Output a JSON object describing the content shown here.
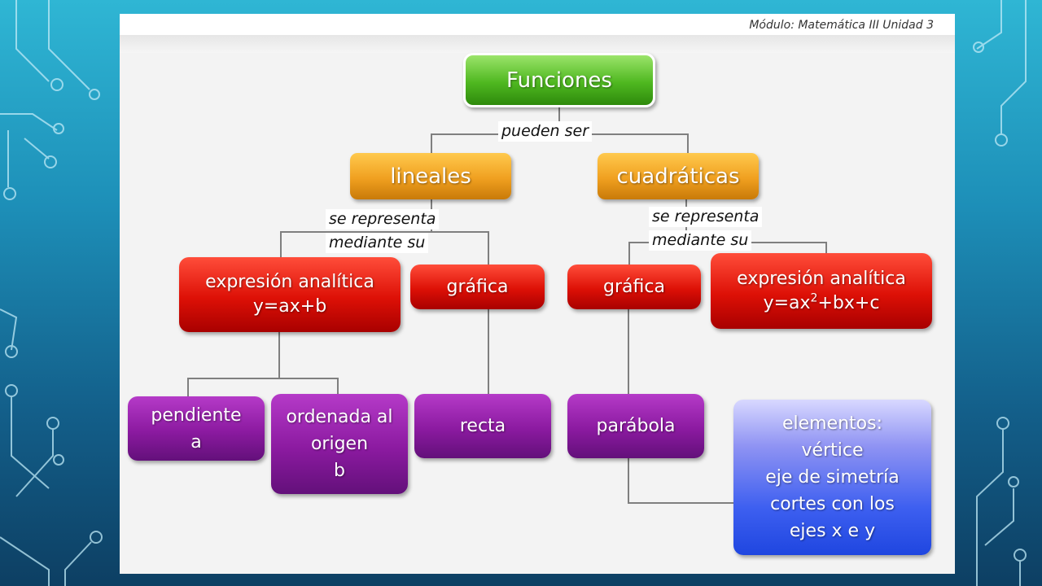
{
  "header": {
    "text": "Módulo: Matemática III Unidad 3"
  },
  "nodes": {
    "funciones": "Funciones",
    "lineales": "lineales",
    "cuadraticas": "cuadráticas",
    "expr_lineal": {
      "line1": "expresión analítica",
      "line2": "y=ax+b"
    },
    "grafica_lineal": "gráfica",
    "grafica_cuad": "gráfica",
    "expr_cuad": {
      "line1": "expresión analítica",
      "line2_a": "y=ax",
      "line2_sup": "2",
      "line2_b": "+bx+c"
    },
    "pendiente": {
      "line1": "pendiente",
      "line2": "a"
    },
    "ordenada": {
      "line1": "ordenada al",
      "line2": "origen",
      "line3": "b"
    },
    "recta": "recta",
    "parabola": "parábola",
    "elementos": {
      "line1": "elementos:",
      "line2": "vértice",
      "line3": "eje de simetría",
      "line4": "cortes con los",
      "line5": "ejes x e y"
    }
  },
  "connector_labels": {
    "pueden_ser": "pueden ser",
    "lin_line1": "se representa",
    "lin_line2": "mediante su",
    "cuad_line1": "se representa",
    "cuad_line2": "mediante su"
  },
  "colors": {
    "green": "#4fb820",
    "orange": "#f0a020",
    "red": "#dd1006",
    "purple": "#8b1aa0",
    "blue": "#3d5ff0"
  }
}
